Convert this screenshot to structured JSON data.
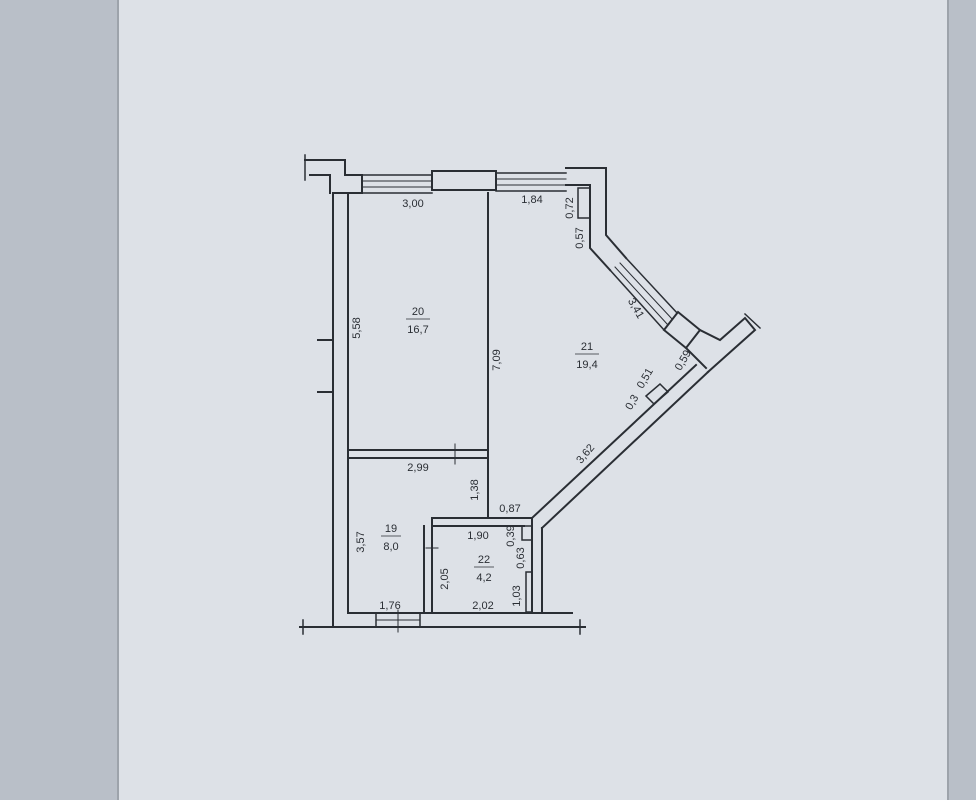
{
  "plan": {
    "rooms": [
      {
        "id": "room-20",
        "number": "20",
        "area": "16,7"
      },
      {
        "id": "room-21",
        "number": "21",
        "area": "19,4"
      },
      {
        "id": "room-19",
        "number": "19",
        "area": "8,0"
      },
      {
        "id": "room-22",
        "number": "22",
        "area": "4,2"
      }
    ],
    "dimensions": {
      "top_room20_width": "3,00",
      "top_room21_width": "1,84",
      "bay_short_a": "0,72",
      "bay_short_b": "0,57",
      "bay_diagonal": "3,41",
      "bay_end": "0,59",
      "niche_width": "0,51",
      "niche_depth": "0,3",
      "diagonal_wall": "3,62",
      "left_wall_room20": "5,58",
      "partition_20_21": "7,09",
      "room19_width": "2,99",
      "partition_19_21": "1,38",
      "room22_offset": "0,87",
      "room22_width": "1,90",
      "room22_side_a": "0,39",
      "room22_side_b": "0,63",
      "room22_side_c": "1,03",
      "room22_height": "2,05",
      "room22_bottom": "2,02",
      "room19_height": "3,57",
      "room19_bottom": "1,76"
    }
  }
}
